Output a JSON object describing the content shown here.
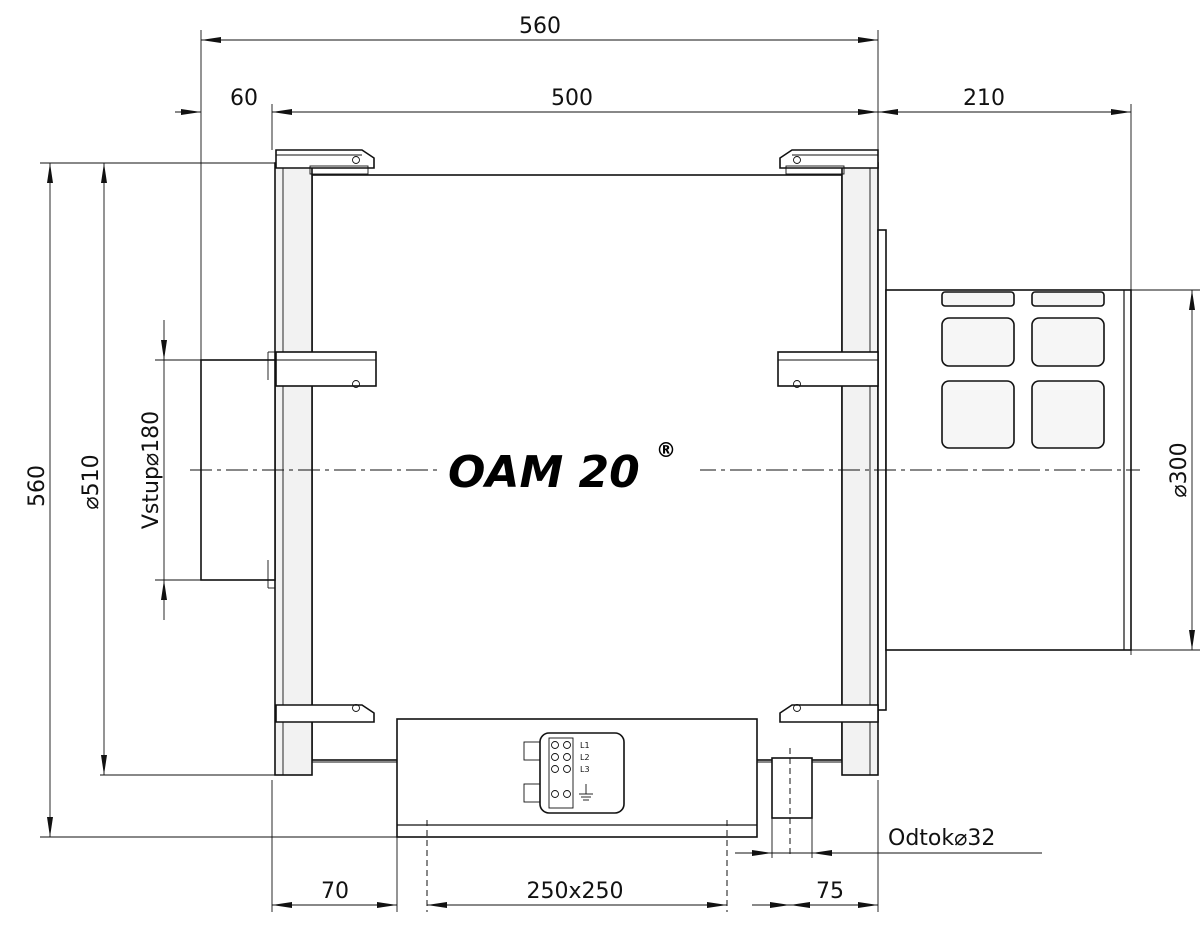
{
  "drawing": {
    "product_name": "OAM 20",
    "registered_mark": "®"
  },
  "dimensions": {
    "total_width": "560",
    "flange_offset": "60",
    "body_width": "500",
    "outlet_length": "210",
    "total_height": "560",
    "body_diameter": "⌀510",
    "inlet_diameter": "Vstup⌀180",
    "outlet_diameter": "⌀300",
    "base_offset": "70",
    "base_opening": "250x250",
    "drain_offset": "75",
    "drain_diameter": "Odtok⌀32"
  },
  "terminal_block": {
    "labels": [
      "L1",
      "L2",
      "L3"
    ]
  }
}
